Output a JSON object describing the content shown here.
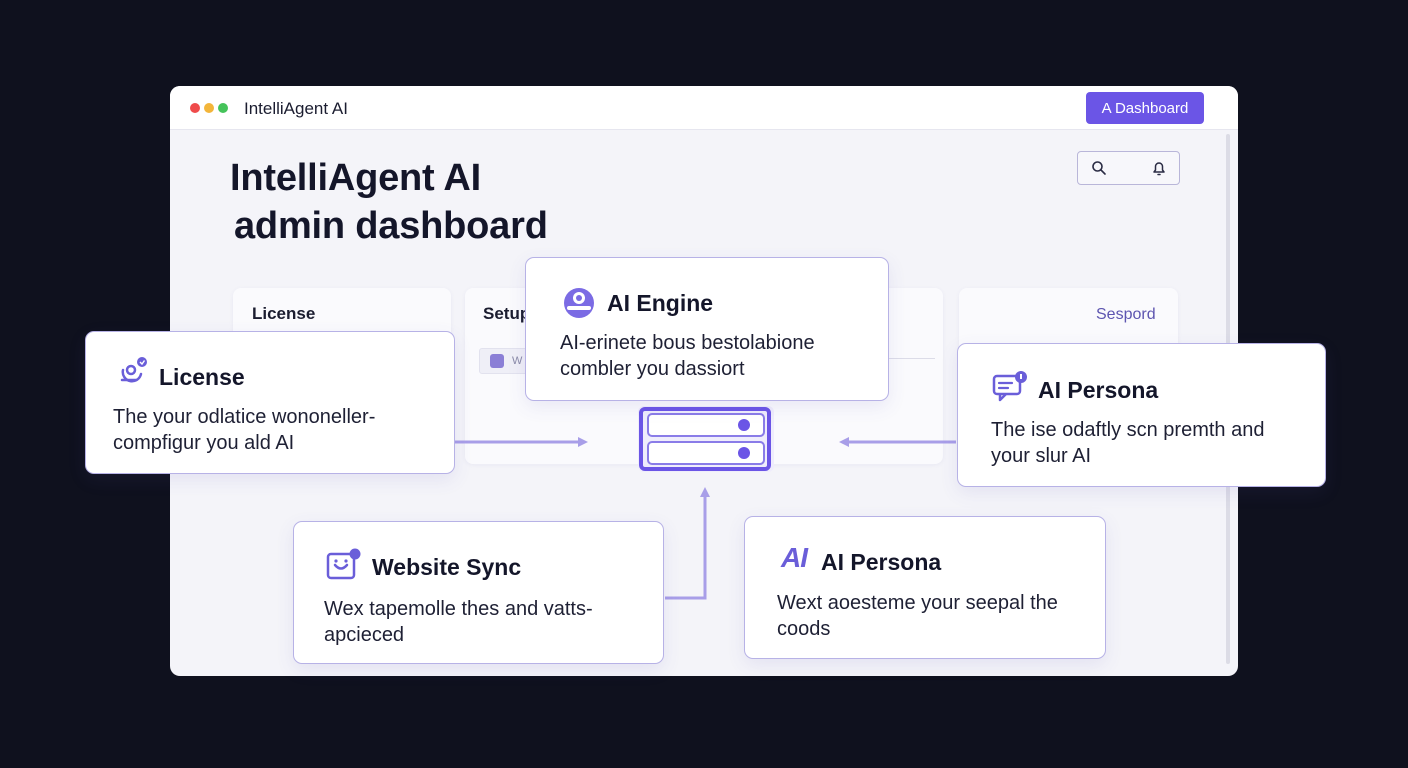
{
  "window": {
    "app_name": "IntelliAgent AI",
    "dashboard_button": "A Dashboard",
    "page_title_line1": "IntelliAgent AI",
    "page_title_line2": "admin dashboard"
  },
  "background_panels": {
    "license_label": "License",
    "setup_label": "Setup",
    "sespord_label": "Sespord",
    "faint_row_text": "W"
  },
  "cards": {
    "license": {
      "title": "License",
      "body_line1": "The your odlatice wononeller-",
      "body_line2": "compfigur you ald AI",
      "icon": "badge-icon"
    },
    "ai_engine": {
      "title": "AI Engine",
      "body_line1": "AI-erinete bous bestolabione",
      "body_line2": "combler you dassiort",
      "icon": "engine-icon"
    },
    "ai_persona_right": {
      "title": "AI Persona",
      "body_line1": "The ise odaftly scn premth and",
      "body_line2": "your slur AI",
      "icon": "persona-chat-icon"
    },
    "website_sync": {
      "title": "Website Sync",
      "body_line1": "Wex tapemolle thes and vatts-",
      "body_line2": "apcieced",
      "icon": "sync-icon"
    },
    "ai_persona_bottom": {
      "title": "AI Persona",
      "mark": "AI",
      "body_line1": "Wext aoesteme your seepal the",
      "body_line2": "coods"
    }
  },
  "colors": {
    "accent": "#6b55e6",
    "card_border": "#b7b2e6",
    "connector": "#a89ee8",
    "page_bg": "#0f111e"
  }
}
